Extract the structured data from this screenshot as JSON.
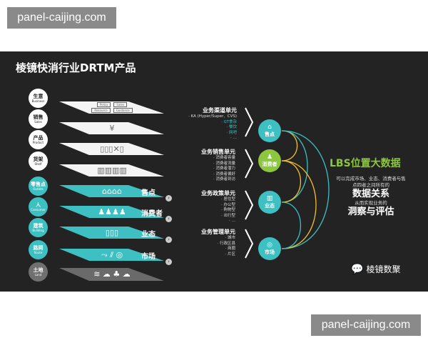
{
  "watermarks": {
    "top": "panel-caijing.com",
    "bottom": "panel-caijing.com"
  },
  "slide": {
    "title": "棱镜快消行业DRTM产品",
    "left_circles": [
      {
        "zh": "生意",
        "en": "Business",
        "kind": "white"
      },
      {
        "zh": "销售",
        "en": "Sales",
        "kind": "white"
      },
      {
        "zh": "产品",
        "en": "Product",
        "kind": "white"
      },
      {
        "zh": "货架",
        "en": "Shelf",
        "kind": "white"
      },
      {
        "zh": "零售点",
        "en": "Outlets",
        "kind": "teal"
      },
      {
        "zh": "人",
        "en": "Consumer",
        "kind": "teal"
      },
      {
        "zh": "建筑",
        "en": "Building",
        "kind": "teal"
      },
      {
        "zh": "路网",
        "en": "Route",
        "kind": "teal"
      },
      {
        "zh": "土地",
        "en": "Land",
        "kind": "gray"
      }
    ],
    "layer_icons": {
      "business": [
        "Policy",
        "Sales",
        "Resource",
        "Guidance"
      ],
      "sales": "¥",
      "product": "▯▯▯✕▯",
      "shelf": "▥▥▥▥",
      "outlets": "⌂⌂⌂⌂",
      "consumer": "♟♟♟♟",
      "building": "▯▯▯",
      "route": "⤳ ⫽ ◎",
      "land": "≋ ☁ ♣ ☁"
    },
    "layer_labels": [
      "售点",
      "消费者",
      "业态",
      "市场"
    ],
    "go_icon": "chevron-right-circle",
    "units": [
      {
        "title": "业务渠道单元",
        "items": [
          "KA (Hyper/Super、CVS)",
          "GT食杂",
          "餐饮",
          "网吧",
          "…"
        ]
      },
      {
        "title": "业务销售单元",
        "items": [
          "消费者容量",
          "消费者流量",
          "消费者潜力",
          "消费者偏好",
          "消费者到访"
        ]
      },
      {
        "title": "业务政策单元",
        "items": [
          "居住型",
          "办公型",
          "购物型",
          "出行型",
          "…"
        ]
      },
      {
        "title": "业务管理单元",
        "items": [
          "城市",
          "行政区县",
          "商圈",
          "片区"
        ]
      }
    ],
    "right_circles": [
      {
        "label": "售点",
        "icon": "store-icon"
      },
      {
        "label": "消费者",
        "icon": "person-icon"
      },
      {
        "label": "业态",
        "icon": "building-icon"
      },
      {
        "label": "市场",
        "icon": "location-icon"
      }
    ],
    "lbs": {
      "heading": "LBS位置大数据",
      "line1": "可以完成市场、业态、消费者与售",
      "line2": "点四者之间所有的",
      "big1": "数据关系",
      "line3": "从而实现业务的",
      "big2": "洞察与评估"
    },
    "brand": "棱镜数聚",
    "colors": {
      "teal": "#3ec0c2",
      "green": "#8dc63f",
      "yellow": "#f2c12e",
      "bg": "#232323",
      "gt_highlight": "#3ec0c2"
    }
  }
}
